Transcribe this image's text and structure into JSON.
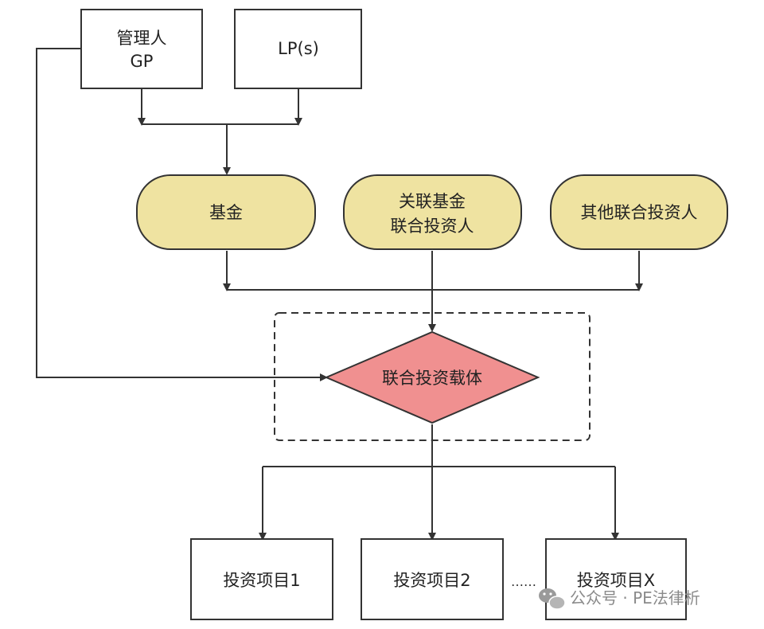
{
  "nodes": {
    "gp": {
      "line1": "管理人",
      "line2": "GP"
    },
    "lp": {
      "label": "LP(s)"
    },
    "fund": {
      "label": "基金"
    },
    "related_fund": {
      "line1": "关联基金",
      "line2": "联合投资人"
    },
    "other_co": {
      "label": "其他联合投资人"
    },
    "vehicle": {
      "label": "联合投资载体"
    },
    "project1": {
      "label": "投资项目1"
    },
    "project2": {
      "label": "投资项目2"
    },
    "projectx": {
      "label": "投资项目X"
    }
  },
  "ellipsis": "……",
  "watermark": {
    "text": "公众号 · PE法律析"
  },
  "colors": {
    "line": "#333333",
    "yellow_fill": "#efe3a1",
    "diamond_fill": "#f09090",
    "box_fill": "#ffffff"
  }
}
